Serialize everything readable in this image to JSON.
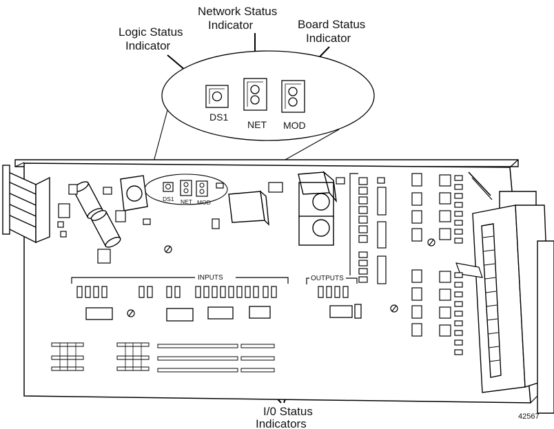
{
  "callouts": {
    "logic_status": [
      "Logic Status",
      "Indicator"
    ],
    "network_status": [
      "Network Status",
      "Indicator"
    ],
    "board_status": [
      "Board Status",
      "Indicator"
    ],
    "io_status": [
      "I/0 Status",
      "Indicators"
    ]
  },
  "zoom_labels": {
    "ds1": "DS1",
    "net": "NET",
    "mod": "MOD"
  },
  "board_labels": {
    "ds1": "DS1",
    "net": "NET",
    "mod": "MOD",
    "inputs": "INPUTS",
    "outputs": "OUTPUTS"
  },
  "figure_number": "42567"
}
